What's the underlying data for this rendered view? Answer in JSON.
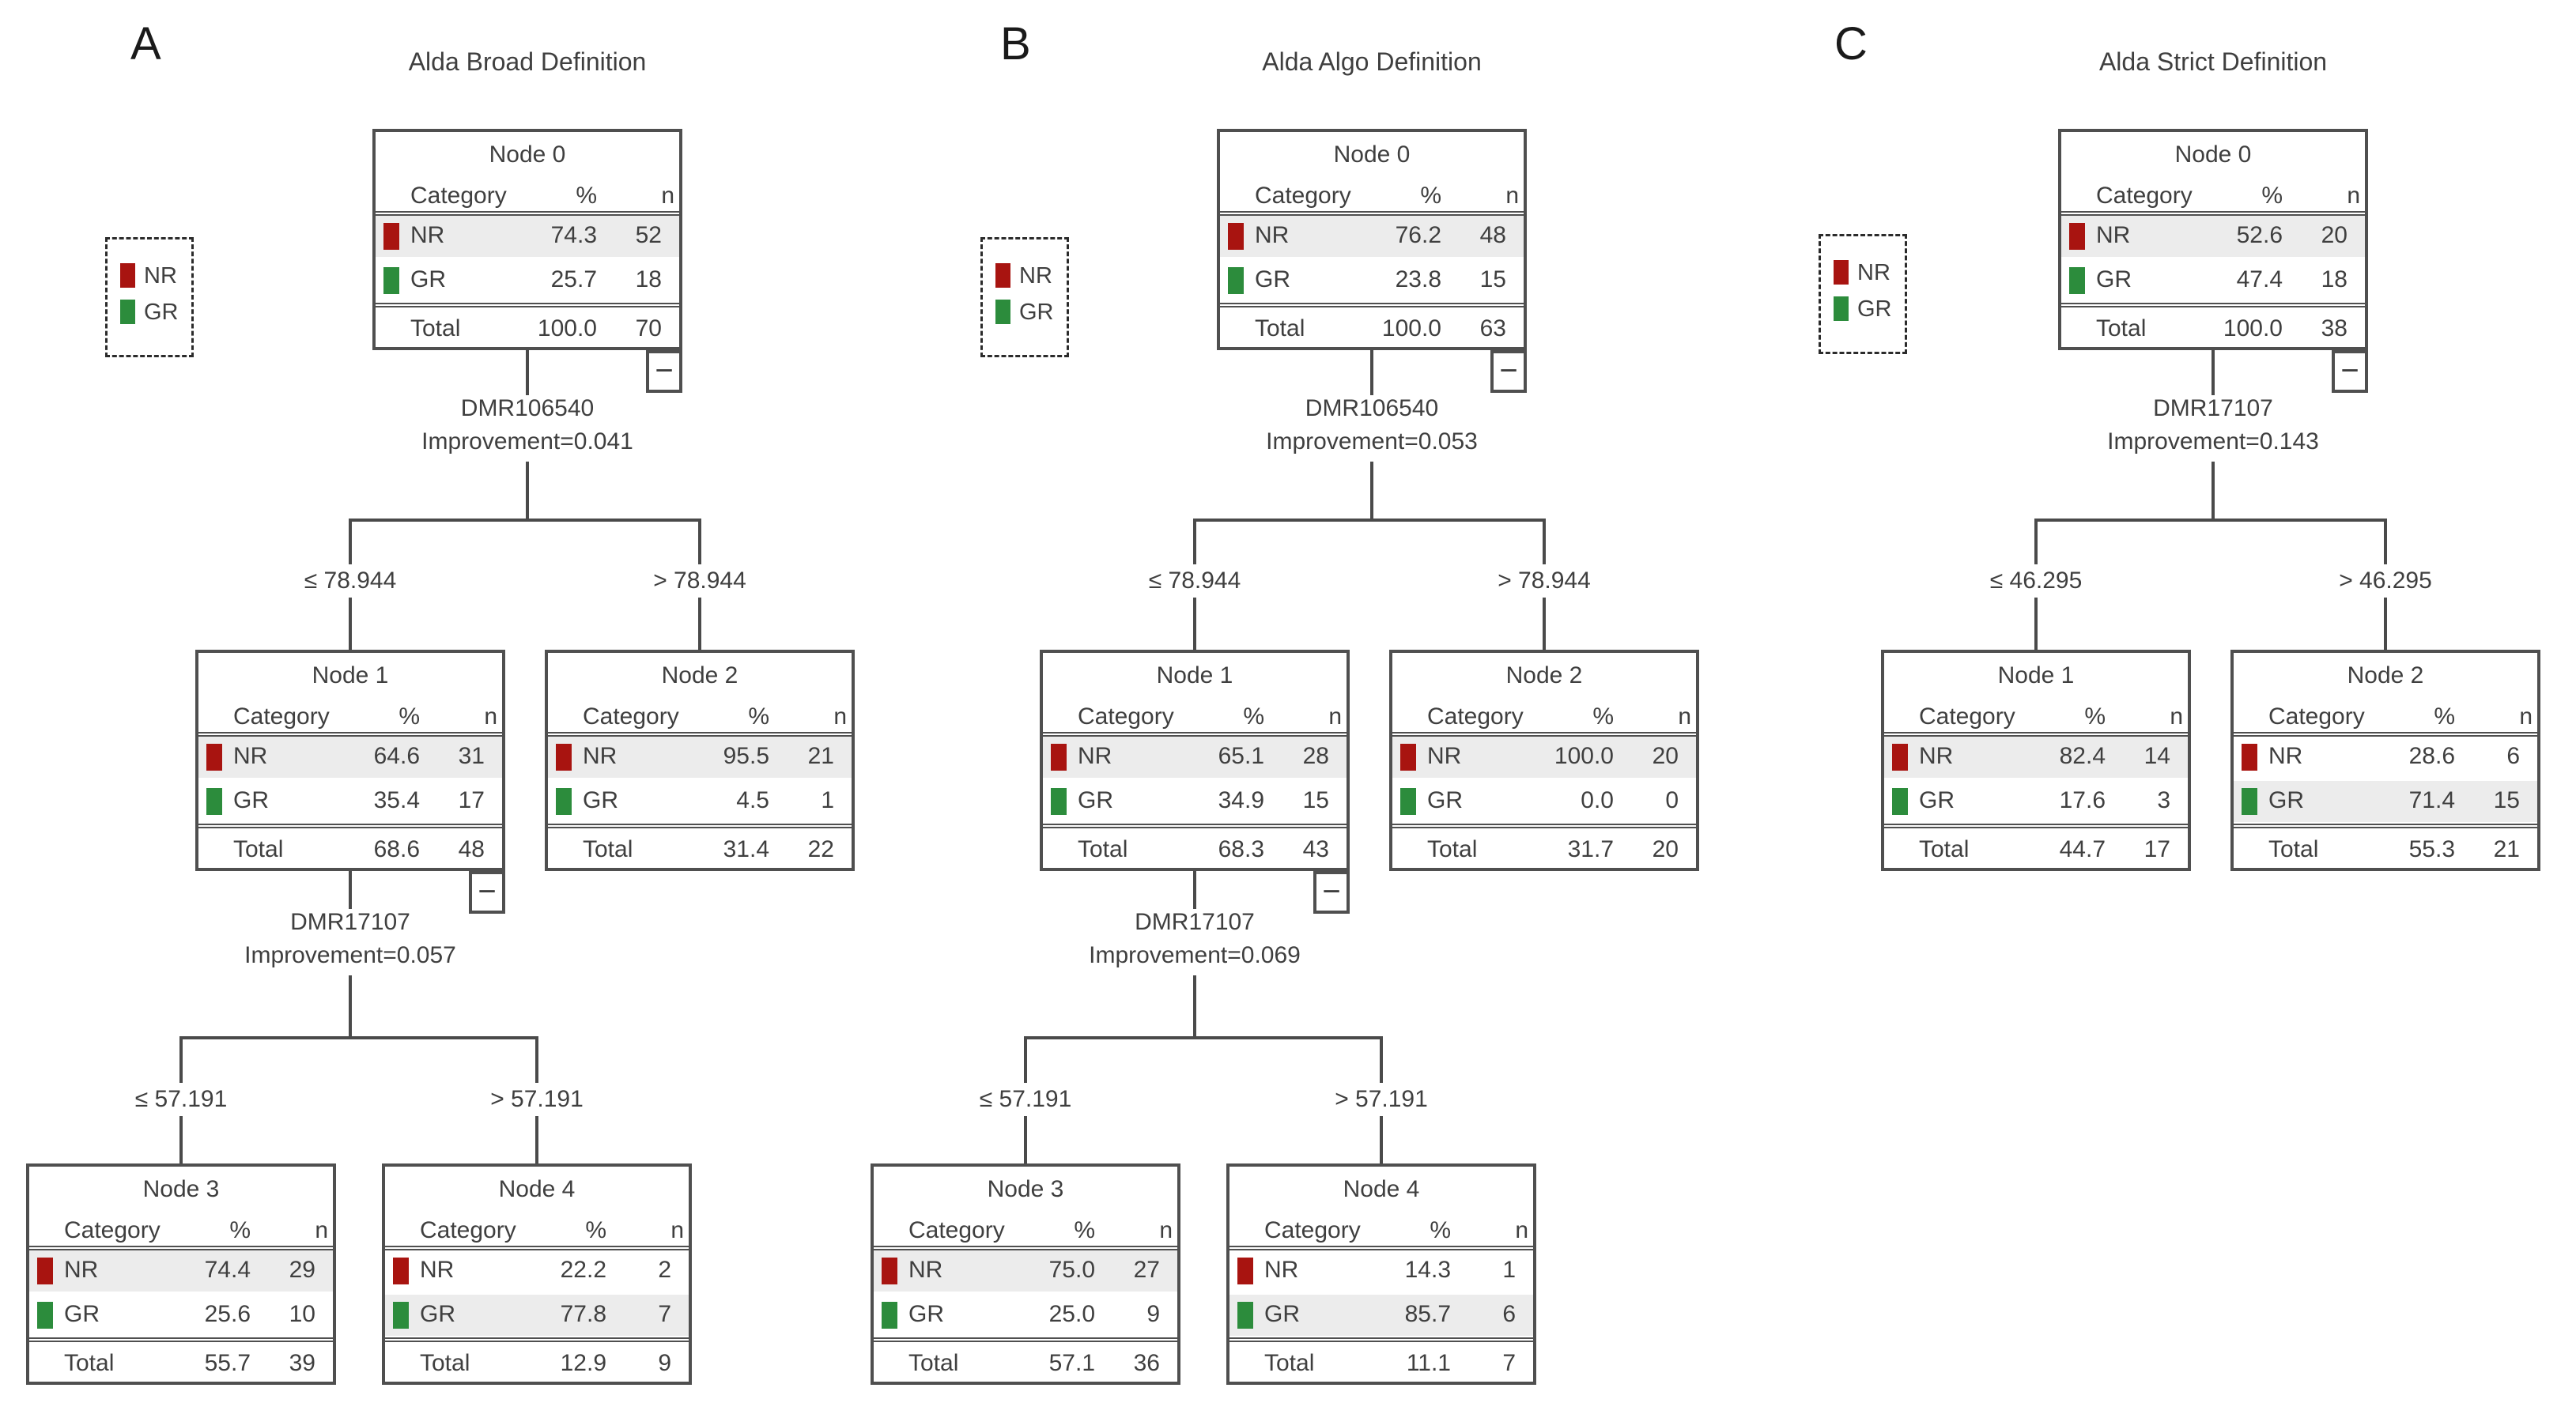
{
  "ui": {
    "collapse_glyph": "−"
  },
  "colors": {
    "nr_red": "#a81410",
    "gr_green": "#2c8c3c",
    "row_highlight": "#ececec",
    "line_gray": "#4a4a4a",
    "text_gray": "#3f3f3f"
  },
  "node_header": {
    "category": "Category",
    "pct": "%",
    "n": "n"
  },
  "legend": {
    "items": [
      {
        "label": "NR",
        "color": "#a81410"
      },
      {
        "label": "GR",
        "color": "#2c8c3c"
      }
    ]
  },
  "panels": [
    {
      "letter": "A",
      "title": "Alda Broad Definition",
      "splits": [
        {
          "variable": "DMR106540",
          "improvement": "Improvement=0.041",
          "left_label": "≤ 78.944",
          "right_label": "> 78.944"
        },
        {
          "variable": "DMR17107",
          "improvement": "Improvement=0.057",
          "left_label": "≤ 57.191",
          "right_label": "> 57.191"
        }
      ],
      "nodes": [
        {
          "title": "Node 0",
          "rows": [
            {
              "label": "NR",
              "pct": "74.3",
              "n": "52",
              "highlight": true
            },
            {
              "label": "GR",
              "pct": "25.7",
              "n": "18",
              "highlight": false
            }
          ],
          "total": {
            "label": "Total",
            "pct": "100.0",
            "n": "70"
          }
        },
        {
          "title": "Node 1",
          "rows": [
            {
              "label": "NR",
              "pct": "64.6",
              "n": "31",
              "highlight": true
            },
            {
              "label": "GR",
              "pct": "35.4",
              "n": "17",
              "highlight": false
            }
          ],
          "total": {
            "label": "Total",
            "pct": "68.6",
            "n": "48"
          }
        },
        {
          "title": "Node 2",
          "rows": [
            {
              "label": "NR",
              "pct": "95.5",
              "n": "21",
              "highlight": true
            },
            {
              "label": "GR",
              "pct": "4.5",
              "n": "1",
              "highlight": false
            }
          ],
          "total": {
            "label": "Total",
            "pct": "31.4",
            "n": "22"
          }
        },
        {
          "title": "Node 3",
          "rows": [
            {
              "label": "NR",
              "pct": "74.4",
              "n": "29",
              "highlight": true
            },
            {
              "label": "GR",
              "pct": "25.6",
              "n": "10",
              "highlight": false
            }
          ],
          "total": {
            "label": "Total",
            "pct": "55.7",
            "n": "39"
          }
        },
        {
          "title": "Node 4",
          "rows": [
            {
              "label": "NR",
              "pct": "22.2",
              "n": "2",
              "highlight": false
            },
            {
              "label": "GR",
              "pct": "77.8",
              "n": "7",
              "highlight": true
            }
          ],
          "total": {
            "label": "Total",
            "pct": "12.9",
            "n": "9"
          }
        }
      ]
    },
    {
      "letter": "B",
      "title": "Alda Algo Definition",
      "splits": [
        {
          "variable": "DMR106540",
          "improvement": "Improvement=0.053",
          "left_label": "≤ 78.944",
          "right_label": "> 78.944"
        },
        {
          "variable": "DMR17107",
          "improvement": "Improvement=0.069",
          "left_label": "≤ 57.191",
          "right_label": "> 57.191"
        }
      ],
      "nodes": [
        {
          "title": "Node 0",
          "rows": [
            {
              "label": "NR",
              "pct": "76.2",
              "n": "48",
              "highlight": true
            },
            {
              "label": "GR",
              "pct": "23.8",
              "n": "15",
              "highlight": false
            }
          ],
          "total": {
            "label": "Total",
            "pct": "100.0",
            "n": "63"
          }
        },
        {
          "title": "Node 1",
          "rows": [
            {
              "label": "NR",
              "pct": "65.1",
              "n": "28",
              "highlight": true
            },
            {
              "label": "GR",
              "pct": "34.9",
              "n": "15",
              "highlight": false
            }
          ],
          "total": {
            "label": "Total",
            "pct": "68.3",
            "n": "43"
          }
        },
        {
          "title": "Node 2",
          "rows": [
            {
              "label": "NR",
              "pct": "100.0",
              "n": "20",
              "highlight": true
            },
            {
              "label": "GR",
              "pct": "0.0",
              "n": "0",
              "highlight": false
            }
          ],
          "total": {
            "label": "Total",
            "pct": "31.7",
            "n": "20"
          }
        },
        {
          "title": "Node 3",
          "rows": [
            {
              "label": "NR",
              "pct": "75.0",
              "n": "27",
              "highlight": true
            },
            {
              "label": "GR",
              "pct": "25.0",
              "n": "9",
              "highlight": false
            }
          ],
          "total": {
            "label": "Total",
            "pct": "57.1",
            "n": "36"
          }
        },
        {
          "title": "Node 4",
          "rows": [
            {
              "label": "NR",
              "pct": "14.3",
              "n": "1",
              "highlight": false
            },
            {
              "label": "GR",
              "pct": "85.7",
              "n": "6",
              "highlight": true
            }
          ],
          "total": {
            "label": "Total",
            "pct": "11.1",
            "n": "7"
          }
        }
      ]
    },
    {
      "letter": "C",
      "title": "Alda Strict Definition",
      "splits": [
        {
          "variable": "DMR17107",
          "improvement": "Improvement=0.143",
          "left_label": "≤ 46.295",
          "right_label": "> 46.295"
        }
      ],
      "nodes": [
        {
          "title": "Node 0",
          "rows": [
            {
              "label": "NR",
              "pct": "52.6",
              "n": "20",
              "highlight": true
            },
            {
              "label": "GR",
              "pct": "47.4",
              "n": "18",
              "highlight": false
            }
          ],
          "total": {
            "label": "Total",
            "pct": "100.0",
            "n": "38"
          }
        },
        {
          "title": "Node 1",
          "rows": [
            {
              "label": "NR",
              "pct": "82.4",
              "n": "14",
              "highlight": true
            },
            {
              "label": "GR",
              "pct": "17.6",
              "n": "3",
              "highlight": false
            }
          ],
          "total": {
            "label": "Total",
            "pct": "44.7",
            "n": "17"
          }
        },
        {
          "title": "Node 2",
          "rows": [
            {
              "label": "NR",
              "pct": "28.6",
              "n": "6",
              "highlight": false
            },
            {
              "label": "GR",
              "pct": "71.4",
              "n": "15",
              "highlight": true
            }
          ],
          "total": {
            "label": "Total",
            "pct": "55.3",
            "n": "21"
          }
        }
      ]
    }
  ]
}
